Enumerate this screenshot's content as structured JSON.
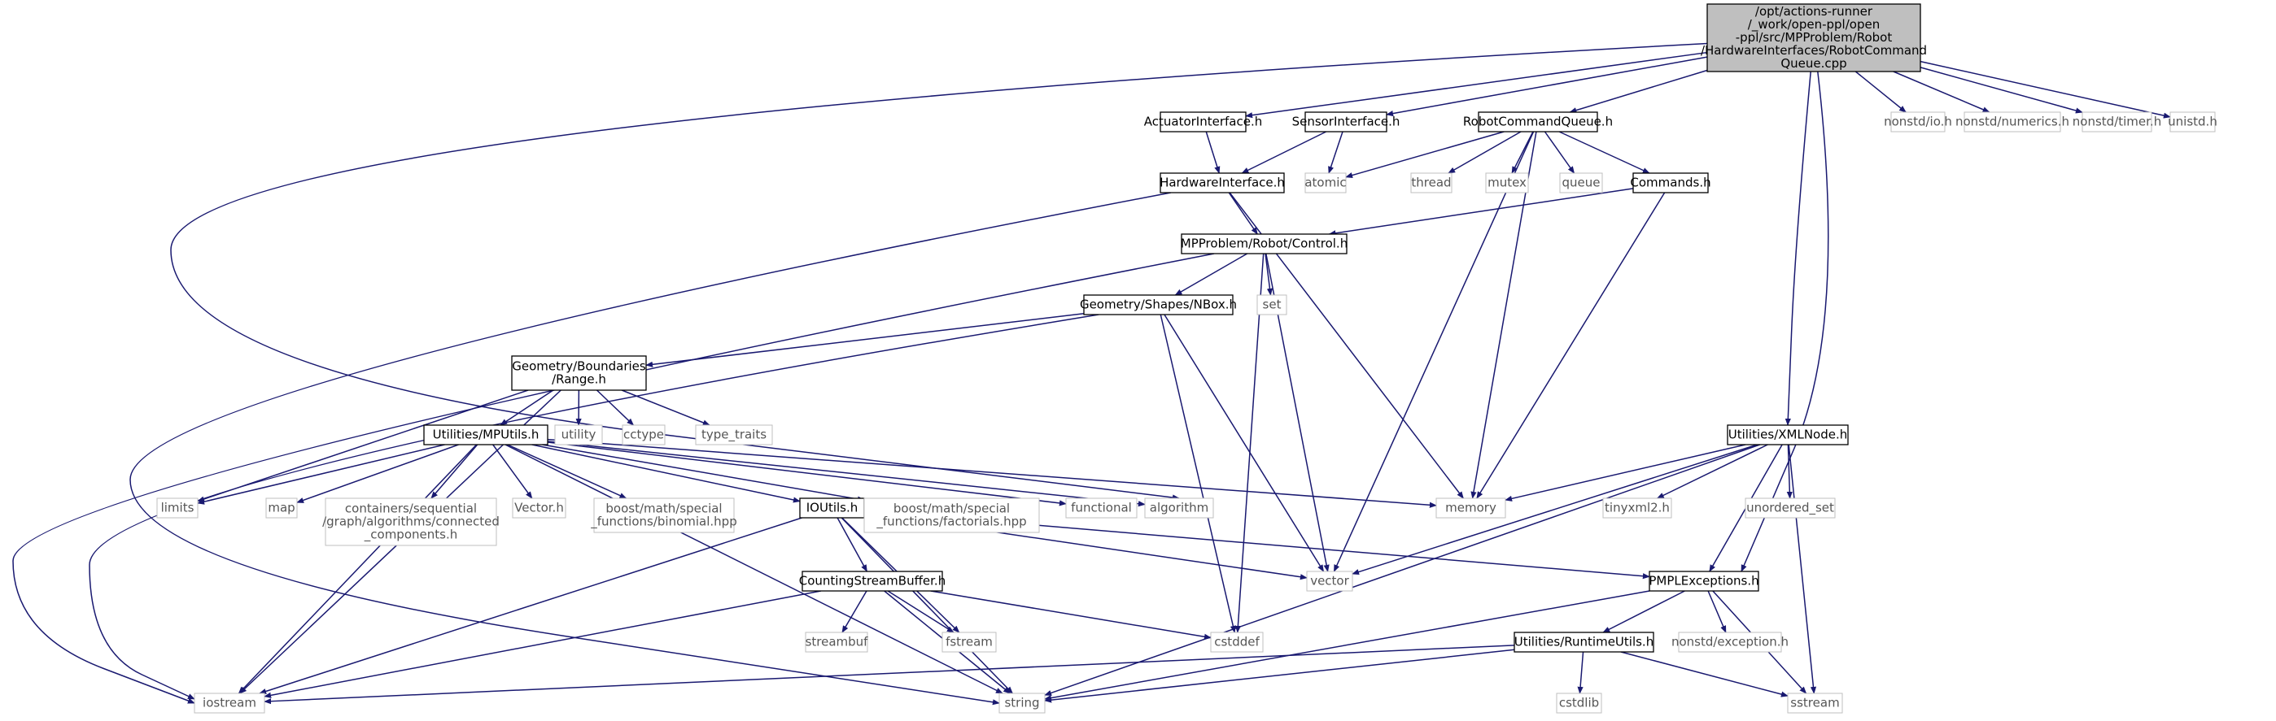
{
  "colors": {
    "edge": "#191970",
    "node_border": "#000000",
    "system_border": "#bfbfbf",
    "root_fill": "#bfbfbf",
    "system_text": "#555555"
  },
  "nodes": [
    {
      "id": "root",
      "lines": [
        "/opt/actions-runner",
        "/_work/open-ppl/open",
        "-ppl/src/MPProblem/Robot",
        "/HardwareInterfaces/RobotCommand",
        "Queue.cpp"
      ],
      "kind": "root"
    },
    {
      "id": "actuator",
      "lines": [
        "ActuatorInterface.h"
      ],
      "kind": "file"
    },
    {
      "id": "sensor",
      "lines": [
        "SensorInterface.h"
      ],
      "kind": "file"
    },
    {
      "id": "rcq",
      "lines": [
        "RobotCommandQueue.h"
      ],
      "kind": "file"
    },
    {
      "id": "nio",
      "lines": [
        "nonstd/io.h"
      ],
      "kind": "sys"
    },
    {
      "id": "nnum",
      "lines": [
        "nonstd/numerics.h"
      ],
      "kind": "sys"
    },
    {
      "id": "ntimer",
      "lines": [
        "nonstd/timer.h"
      ],
      "kind": "sys"
    },
    {
      "id": "unistd",
      "lines": [
        "unistd.h"
      ],
      "kind": "sys"
    },
    {
      "id": "hw",
      "lines": [
        "HardwareInterface.h"
      ],
      "kind": "file"
    },
    {
      "id": "atomic",
      "lines": [
        "atomic"
      ],
      "kind": "sys"
    },
    {
      "id": "thread",
      "lines": [
        "thread"
      ],
      "kind": "sys"
    },
    {
      "id": "mutex",
      "lines": [
        "mutex"
      ],
      "kind": "sys"
    },
    {
      "id": "queue",
      "lines": [
        "queue"
      ],
      "kind": "sys"
    },
    {
      "id": "commands",
      "lines": [
        "Commands.h"
      ],
      "kind": "file"
    },
    {
      "id": "control",
      "lines": [
        "MPProblem/Robot/Control.h"
      ],
      "kind": "file"
    },
    {
      "id": "nbox",
      "lines": [
        "Geometry/Shapes/NBox.h"
      ],
      "kind": "file"
    },
    {
      "id": "set",
      "lines": [
        "set"
      ],
      "kind": "sys"
    },
    {
      "id": "range",
      "lines": [
        "Geometry/Boundaries",
        "/Range.h"
      ],
      "kind": "file"
    },
    {
      "id": "utility",
      "lines": [
        "utility"
      ],
      "kind": "sys"
    },
    {
      "id": "cctype",
      "lines": [
        "cctype"
      ],
      "kind": "sys"
    },
    {
      "id": "typetraits",
      "lines": [
        "type_traits"
      ],
      "kind": "sys"
    },
    {
      "id": "mputils",
      "lines": [
        "Utilities/MPUtils.h"
      ],
      "kind": "file"
    },
    {
      "id": "xmlnode",
      "lines": [
        "Utilities/XMLNode.h"
      ],
      "kind": "file"
    },
    {
      "id": "limits",
      "lines": [
        "limits"
      ],
      "kind": "sys"
    },
    {
      "id": "map",
      "lines": [
        "map"
      ],
      "kind": "sys"
    },
    {
      "id": "cc",
      "lines": [
        "containers/sequential",
        "/graph/algorithms/connected",
        "_components.h"
      ],
      "kind": "sys"
    },
    {
      "id": "vectorh",
      "lines": [
        "Vector.h"
      ],
      "kind": "sys"
    },
    {
      "id": "binomial",
      "lines": [
        "boost/math/special",
        "_functions/binomial.hpp"
      ],
      "kind": "sys"
    },
    {
      "id": "ioutils",
      "lines": [
        "IOUtils.h"
      ],
      "kind": "file"
    },
    {
      "id": "factorials",
      "lines": [
        "boost/math/special",
        "_functions/factorials.hpp"
      ],
      "kind": "sys"
    },
    {
      "id": "functional",
      "lines": [
        "functional"
      ],
      "kind": "sys"
    },
    {
      "id": "algorithm",
      "lines": [
        "algorithm"
      ],
      "kind": "sys"
    },
    {
      "id": "memory",
      "lines": [
        "memory"
      ],
      "kind": "sys"
    },
    {
      "id": "tinyxml",
      "lines": [
        "tinyxml2.h"
      ],
      "kind": "sys"
    },
    {
      "id": "uset",
      "lines": [
        "unordered_set"
      ],
      "kind": "sys"
    },
    {
      "id": "vector",
      "lines": [
        "vector"
      ],
      "kind": "sys"
    },
    {
      "id": "pmplexc",
      "lines": [
        "PMPLExceptions.h"
      ],
      "kind": "file"
    },
    {
      "id": "csb",
      "lines": [
        "CountingStreamBuffer.h"
      ],
      "kind": "file"
    },
    {
      "id": "streambuf",
      "lines": [
        "streambuf"
      ],
      "kind": "sys"
    },
    {
      "id": "fstream",
      "lines": [
        "fstream"
      ],
      "kind": "sys"
    },
    {
      "id": "cstddef",
      "lines": [
        "cstddef"
      ],
      "kind": "sys"
    },
    {
      "id": "runtime",
      "lines": [
        "Utilities/RuntimeUtils.h"
      ],
      "kind": "file"
    },
    {
      "id": "nexc",
      "lines": [
        "nonstd/exception.h"
      ],
      "kind": "sys"
    },
    {
      "id": "iostream",
      "lines": [
        "iostream"
      ],
      "kind": "sys"
    },
    {
      "id": "string",
      "lines": [
        "string"
      ],
      "kind": "sys"
    },
    {
      "id": "cstdlib",
      "lines": [
        "cstdlib"
      ],
      "kind": "sys"
    },
    {
      "id": "sstream",
      "lines": [
        "sstream"
      ],
      "kind": "sys"
    }
  ],
  "edges": [
    [
      "root",
      "actuator"
    ],
    [
      "root",
      "sensor"
    ],
    [
      "root",
      "rcq"
    ],
    [
      "root",
      "nio"
    ],
    [
      "root",
      "nnum"
    ],
    [
      "root",
      "ntimer"
    ],
    [
      "root",
      "unistd"
    ],
    [
      "root",
      "xmlnode"
    ],
    [
      "root",
      "pmplexc"
    ],
    [
      "root",
      "algorithm"
    ],
    [
      "actuator",
      "hw"
    ],
    [
      "sensor",
      "hw"
    ],
    [
      "sensor",
      "atomic"
    ],
    [
      "rcq",
      "atomic"
    ],
    [
      "rcq",
      "thread"
    ],
    [
      "rcq",
      "mutex"
    ],
    [
      "rcq",
      "queue"
    ],
    [
      "rcq",
      "commands"
    ],
    [
      "rcq",
      "vector"
    ],
    [
      "rcq",
      "memory"
    ],
    [
      "hw",
      "control"
    ],
    [
      "hw",
      "memory"
    ],
    [
      "hw",
      "string"
    ],
    [
      "commands",
      "control"
    ],
    [
      "commands",
      "memory"
    ],
    [
      "control",
      "nbox"
    ],
    [
      "control",
      "set"
    ],
    [
      "control",
      "vector"
    ],
    [
      "control",
      "cstddef"
    ],
    [
      "control",
      "iostream"
    ],
    [
      "nbox",
      "range"
    ],
    [
      "nbox",
      "vector"
    ],
    [
      "nbox",
      "cstddef"
    ],
    [
      "nbox",
      "iostream"
    ],
    [
      "range",
      "mputils"
    ],
    [
      "range",
      "utility"
    ],
    [
      "range",
      "cctype"
    ],
    [
      "range",
      "typetraits"
    ],
    [
      "range",
      "limits"
    ],
    [
      "range",
      "iostream"
    ],
    [
      "mputils",
      "limits"
    ],
    [
      "mputils",
      "map"
    ],
    [
      "mputils",
      "cc"
    ],
    [
      "mputils",
      "vectorh"
    ],
    [
      "mputils",
      "binomial"
    ],
    [
      "mputils",
      "ioutils"
    ],
    [
      "mputils",
      "factorials"
    ],
    [
      "mputils",
      "functional"
    ],
    [
      "mputils",
      "algorithm"
    ],
    [
      "mputils",
      "memory"
    ],
    [
      "mputils",
      "iostream"
    ],
    [
      "mputils",
      "string"
    ],
    [
      "ioutils",
      "csb"
    ],
    [
      "ioutils",
      "fstream"
    ],
    [
      "ioutils",
      "vector"
    ],
    [
      "ioutils",
      "pmplexc"
    ],
    [
      "ioutils",
      "string"
    ],
    [
      "ioutils",
      "iostream"
    ],
    [
      "csb",
      "streambuf"
    ],
    [
      "csb",
      "fstream"
    ],
    [
      "csb",
      "string"
    ],
    [
      "csb",
      "cstddef"
    ],
    [
      "csb",
      "iostream"
    ],
    [
      "xmlnode",
      "memory"
    ],
    [
      "xmlnode",
      "tinyxml"
    ],
    [
      "xmlnode",
      "uset"
    ],
    [
      "xmlnode",
      "vector"
    ],
    [
      "xmlnode",
      "pmplexc"
    ],
    [
      "xmlnode",
      "string"
    ],
    [
      "xmlnode",
      "sstream"
    ],
    [
      "pmplexc",
      "runtime"
    ],
    [
      "pmplexc",
      "nexc"
    ],
    [
      "pmplexc",
      "sstream"
    ],
    [
      "pmplexc",
      "string"
    ],
    [
      "runtime",
      "cstdlib"
    ],
    [
      "runtime",
      "sstream"
    ],
    [
      "runtime",
      "string"
    ],
    [
      "runtime",
      "iostream"
    ]
  ]
}
